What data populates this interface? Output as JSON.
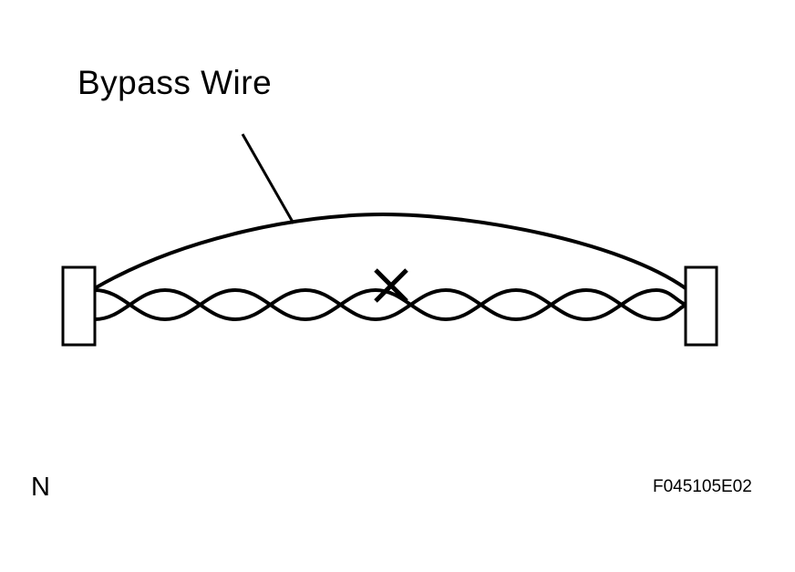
{
  "labels": {
    "bypass_wire": "Bypass Wire",
    "corner_mark": "N",
    "figure_code": "F045105E02"
  },
  "colors": {
    "line": "#000000",
    "background": "#ffffff"
  }
}
